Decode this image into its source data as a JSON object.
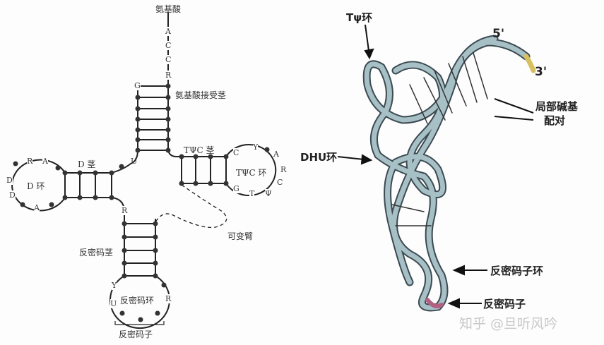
{
  "left_diagram": {
    "amino_acid": "氨基酸",
    "tail": [
      "A",
      "C",
      "C",
      "R"
    ],
    "acceptor_stem": "氨基酸接受茎",
    "acceptor_g": "G",
    "u_label": "U",
    "d_stem": "D 茎",
    "d_loop": "D 环",
    "d_letters": [
      "R",
      "A",
      "D",
      "D",
      "A"
    ],
    "tpc_stem": "TΨC 茎",
    "tpc_loop": "TΨC 环",
    "tpc_letters": [
      "C",
      "Y",
      "A",
      "R",
      "C",
      "Ψ",
      "T",
      "G"
    ],
    "variable_arm": "可变臂",
    "anticodon_r": "R",
    "anticodon_stem": "反密码茎",
    "anticodon_loop": "反密码环",
    "anticodon_letters": [
      "Y",
      "U",
      "R"
    ],
    "anticodon": "反密码子"
  },
  "right_diagram": {
    "tpsi_loop": "Tψ环",
    "five_prime": "5'",
    "three_prime": "3'",
    "local_pairing_1": "局部碱基",
    "local_pairing_2": "配对",
    "dhu_loop": "DHU环",
    "anticodon_loop": "反密码子环",
    "anticodon": "反密码子"
  },
  "watermark": "知乎 @旦听风吟"
}
